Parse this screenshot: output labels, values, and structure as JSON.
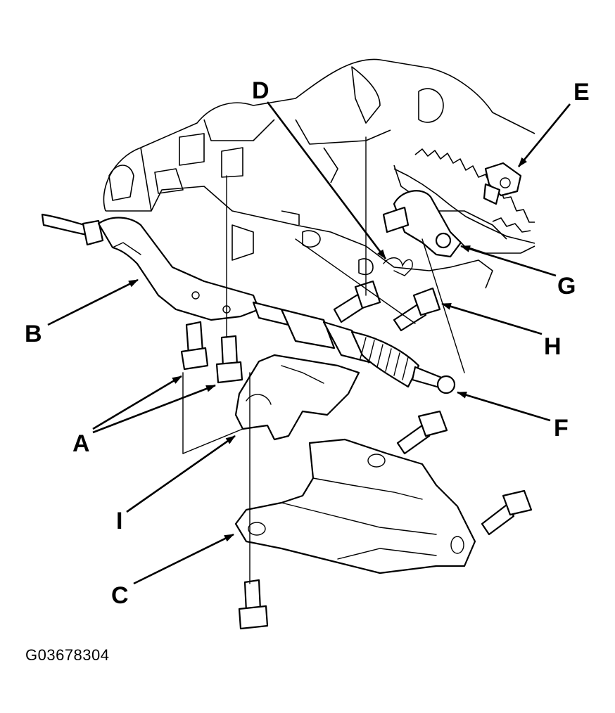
{
  "callouts": {
    "a": "A",
    "b": "B",
    "c": "C",
    "d": "D",
    "e": "E",
    "f": "F",
    "g": "G",
    "h": "H",
    "i": "I"
  },
  "figure_id": "G03678304",
  "colors": {
    "ink": "#000000",
    "paper": "#ffffff"
  }
}
